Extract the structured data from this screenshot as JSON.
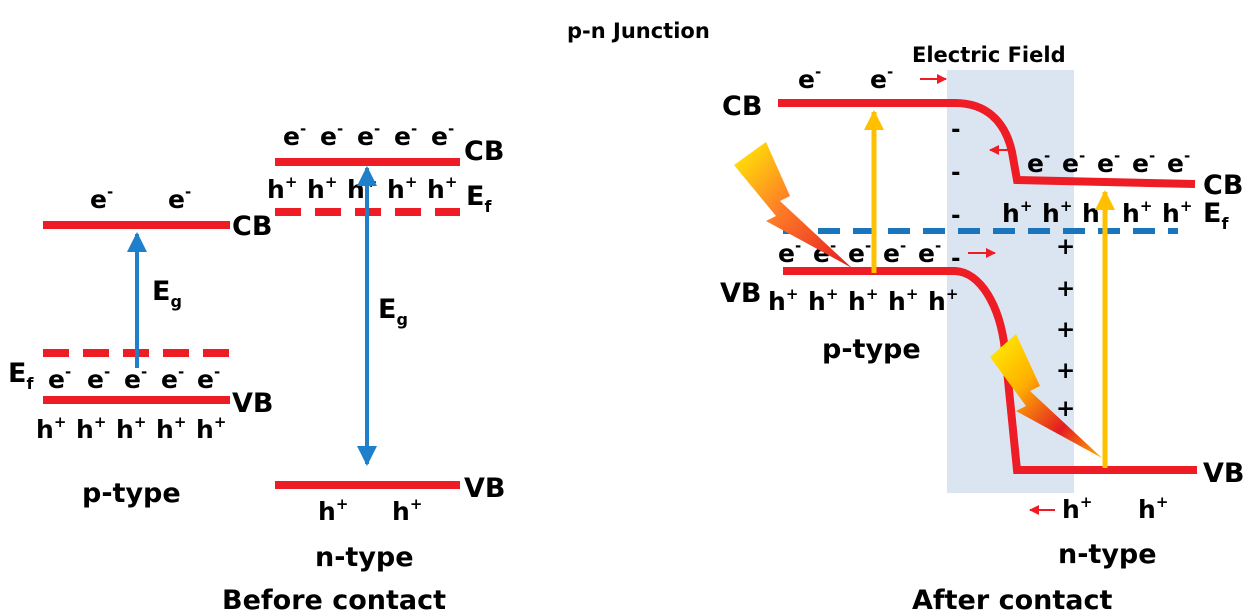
{
  "title": "p-n Junction",
  "colors": {
    "band": "#ee1c25",
    "fermi_after": "#1b75bc",
    "arrow_eg": "#1e7fcb",
    "excitation": "#ffc000",
    "depletion": "#dbe5f1"
  },
  "before": {
    "caption": "Before contact",
    "p": {
      "cb_label": "CB",
      "vb_label": "VB",
      "cb_electrons": [
        "e-",
        "e-"
      ],
      "vb_electrons": [
        "e-",
        "e-",
        "e-",
        "e-",
        "e-"
      ],
      "holes": [
        "h+",
        "h+",
        "h+",
        "h+",
        "h+"
      ],
      "ef_label": "E",
      "ef_sub": "f",
      "eg_label": "E",
      "eg_sub": "g",
      "type_label": "p-type"
    },
    "n": {
      "cb_label": "CB",
      "vb_label": "VB",
      "electrons": [
        "e-",
        "e-",
        "e-",
        "e-",
        "e-"
      ],
      "cb_holes": [
        "h+",
        "h+",
        "h+",
        "h+",
        "h+"
      ],
      "vb_holes": [
        "h+",
        "h+"
      ],
      "ef_label": "E",
      "ef_sub": "f",
      "eg_label": "E",
      "eg_sub": "g",
      "type_label": "n-type"
    }
  },
  "after": {
    "caption": "After contact",
    "field_label": "Electric Field",
    "cb_label": "CB",
    "vb_label": "VB",
    "p_cb_electrons": [
      "e-",
      "e-"
    ],
    "p_vb_electrons": [
      "e-",
      "e-",
      "e-",
      "e-",
      "e-"
    ],
    "p_holes": [
      "h+",
      "h+",
      "h+",
      "h+",
      "h+"
    ],
    "n_cb_electrons": [
      "e-",
      "e-",
      "e-",
      "e-",
      "e-"
    ],
    "n_cb_holes": [
      "h+",
      "h+",
      "h+",
      "h+",
      "h+"
    ],
    "n_vb_holes": [
      "h+",
      "h+"
    ],
    "minus_signs": [
      "-",
      "-",
      "-",
      "-"
    ],
    "plus_signs": [
      "+",
      "+",
      "+",
      "+",
      "+"
    ],
    "ef_label": "E",
    "ef_sub": "f",
    "p_type_label": "p-type",
    "n_type_label": "n-type"
  }
}
